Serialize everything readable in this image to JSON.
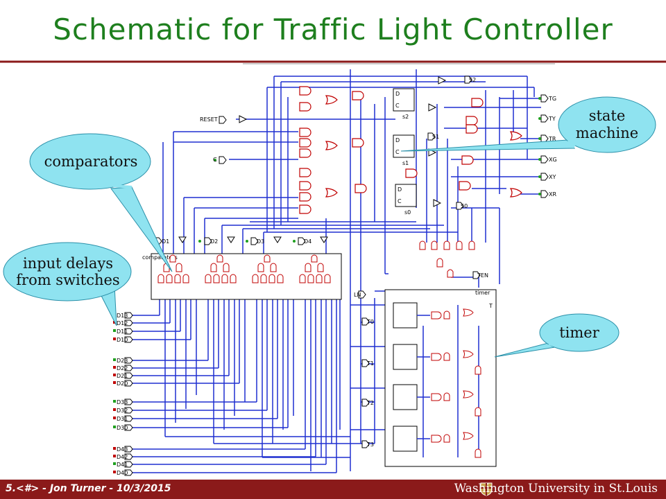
{
  "slide": {
    "title": "Schematic for Traffic Light Controller",
    "footer_left": "5.<#> - Jon Turner - 10/3/2015",
    "footer_right": "Washington University in St.Louis"
  },
  "callouts": {
    "comparators": "comparators",
    "input_delays_line1": "input delays",
    "input_delays_line2": "from switches",
    "state_line1": "state",
    "state_line2": "machine",
    "timer": "timer"
  },
  "signals": {
    "outputs": [
      "TG",
      "TY",
      "TR",
      "XG",
      "XY",
      "XR"
    ],
    "reset": "RESET",
    "clk": "C",
    "states": [
      "S2",
      "S1",
      "S0"
    ],
    "ff_names": [
      "s2",
      "s1",
      "s0"
    ],
    "delays": [
      "D1",
      "D2",
      "D3",
      "D4"
    ],
    "comparators_label": "comparators",
    "inputs": [
      "D13",
      "D12",
      "D11",
      "D10",
      "D23",
      "D22",
      "D21",
      "D20",
      "D33",
      "D32",
      "D31",
      "D30",
      "D43",
      "D42",
      "D41",
      "D40"
    ],
    "timer_label": "timer",
    "timer_sub": "T",
    "ten": "TEN",
    "ln": "LN",
    "t_out": [
      "T0",
      "T1",
      "T2",
      "T3"
    ],
    "ff_d": "D",
    "ff_c": "C"
  },
  "colors": {
    "title": "#1e7f1e",
    "wire": "#1f2fd0",
    "callout_fill": "#8fe3f0",
    "footer": "#8b1a1a",
    "accent_red": "#c00000"
  }
}
